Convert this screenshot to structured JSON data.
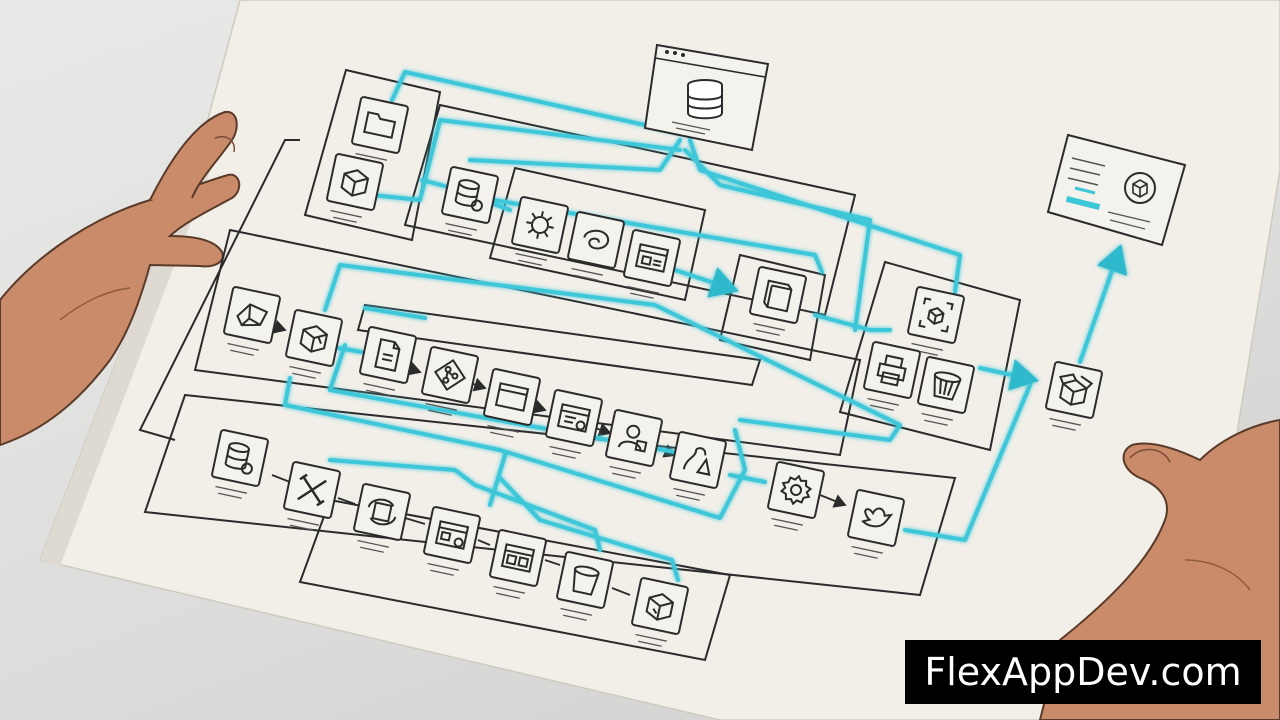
{
  "watermark": {
    "text": "FlexAppDev.com"
  },
  "colors": {
    "background": "#dcdcda",
    "paper": "#f2efe9",
    "ink": "#2b2b2b",
    "accent_flow": "#3cc7d9",
    "skin": "#c98b6a",
    "skin_shadow": "#8f5a3e",
    "watermark_bg": "#000000",
    "watermark_text": "#ffffff"
  },
  "diagram": {
    "nodes": [
      {
        "id": "n1",
        "icon": "folder-icon"
      },
      {
        "id": "n2",
        "icon": "cube-box-icon"
      },
      {
        "id": "n3",
        "icon": "database-window-icon"
      },
      {
        "id": "n4",
        "icon": "database-gear-icon"
      },
      {
        "id": "n5",
        "icon": "gear-cog-icon"
      },
      {
        "id": "n6",
        "icon": "swirl-icon"
      },
      {
        "id": "n7",
        "icon": "card-window-icon"
      },
      {
        "id": "n8",
        "icon": "book-icon"
      },
      {
        "id": "n9",
        "icon": "report-card-icon"
      },
      {
        "id": "n10",
        "icon": "focus-cube-icon"
      },
      {
        "id": "n11",
        "icon": "stack-cube-icon"
      },
      {
        "id": "n12",
        "icon": "package-cube-icon"
      },
      {
        "id": "n13",
        "icon": "document-icon"
      },
      {
        "id": "n14",
        "icon": "git-branch-icon"
      },
      {
        "id": "n15",
        "icon": "browser-window-icon"
      },
      {
        "id": "n16",
        "icon": "settings-window-icon"
      },
      {
        "id": "n17",
        "icon": "user-badge-icon"
      },
      {
        "id": "n18",
        "icon": "deploy-icon"
      },
      {
        "id": "n19",
        "icon": "gear-icon"
      },
      {
        "id": "n20",
        "icon": "bird-icon"
      },
      {
        "id": "n21",
        "icon": "printer-icon"
      },
      {
        "id": "n22",
        "icon": "bucket-icon"
      },
      {
        "id": "n23",
        "icon": "open-box-icon"
      },
      {
        "id": "n24",
        "icon": "database-settings-icon"
      },
      {
        "id": "n25",
        "icon": "tools-icon"
      },
      {
        "id": "n26",
        "icon": "cycle-box-icon"
      },
      {
        "id": "n27",
        "icon": "form-gear-icon"
      },
      {
        "id": "n28",
        "icon": "gallery-window-icon"
      },
      {
        "id": "n29",
        "icon": "bucket-storage-icon"
      },
      {
        "id": "n30",
        "icon": "cube-icon"
      },
      {
        "id": "n31",
        "icon": "dashboard-card-icon"
      }
    ]
  }
}
